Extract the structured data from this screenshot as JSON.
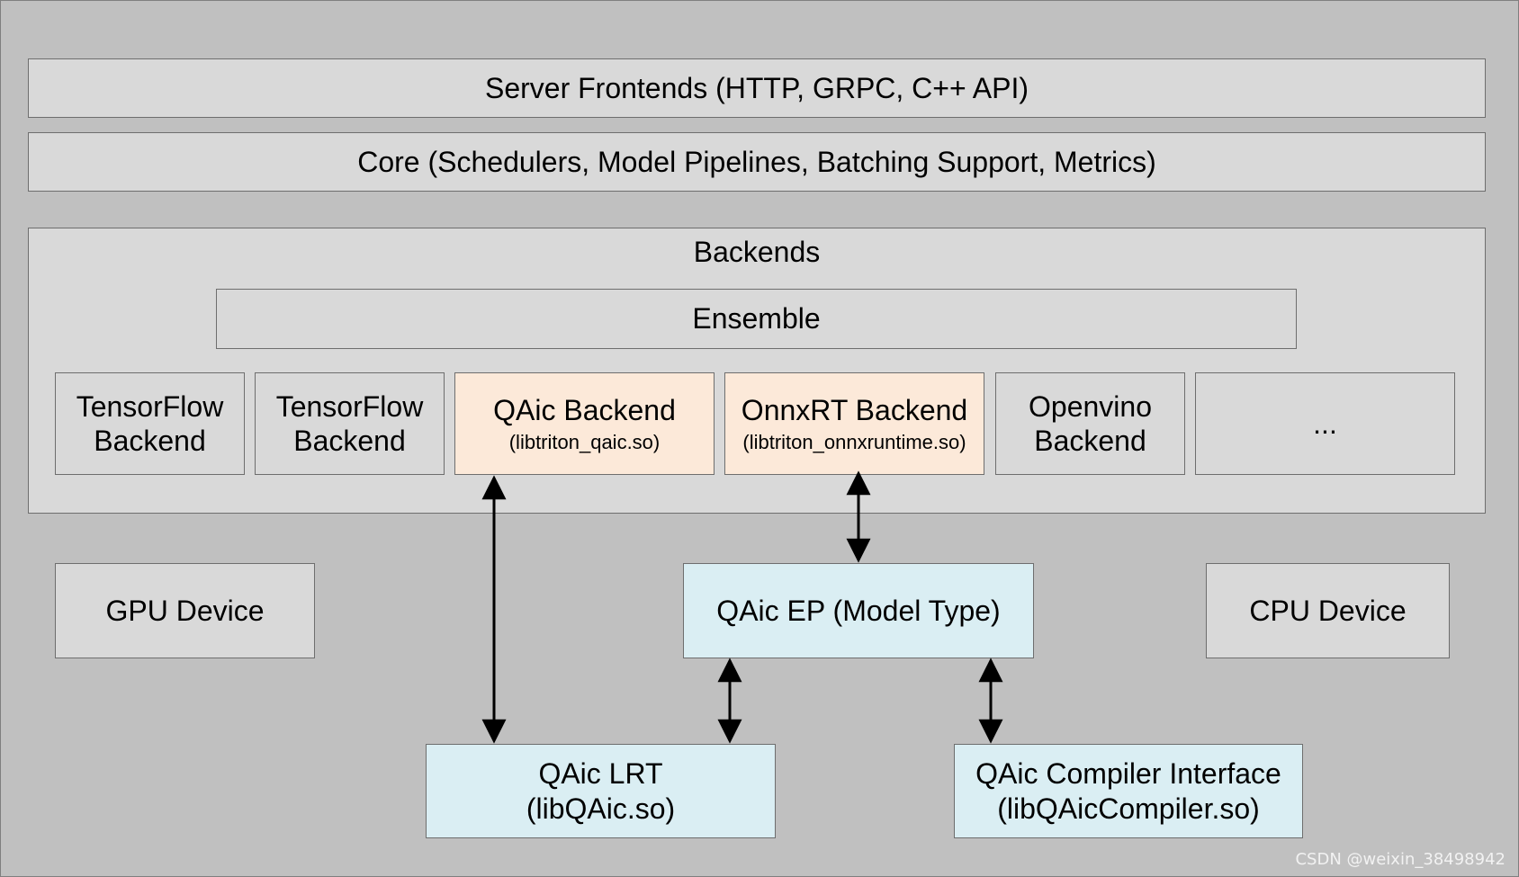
{
  "server_frontends": "Server Frontends (HTTP, GRPC, C++ API)",
  "core": "Core (Schedulers, Model Pipelines, Batching Support, Metrics)",
  "backends": {
    "title": "Backends",
    "ensemble": "Ensemble",
    "tensorflow_1": {
      "line1": "TensorFlow",
      "line2": "Backend"
    },
    "tensorflow_2": {
      "line1": "TensorFlow",
      "line2": "Backend"
    },
    "qaic": {
      "name": "QAic Backend",
      "lib": "(libtriton_qaic.so)"
    },
    "onnxrt": {
      "name": "OnnxRT Backend",
      "lib": "(libtriton_onnxruntime.so)"
    },
    "openvino": {
      "line1": "Openvino",
      "line2": "Backend"
    },
    "more": "..."
  },
  "gpu_device": "GPU Device",
  "qaic_ep": "QAic EP (Model Type)",
  "cpu_device": "CPU Device",
  "qaic_lrt": {
    "line1": "QAic LRT",
    "line2": "(libQAic.so)"
  },
  "qaic_compiler": {
    "line1": "QAic Compiler Interface",
    "line2": "(libQAicCompiler.so)"
  },
  "watermark": "CSDN @weixin_38498942",
  "colors": {
    "background": "#c0c0c0",
    "box_gray": "#d9d9d9",
    "box_peach": "#fce9d9",
    "box_blue": "#daeef3",
    "border": "#6e6e6e"
  }
}
